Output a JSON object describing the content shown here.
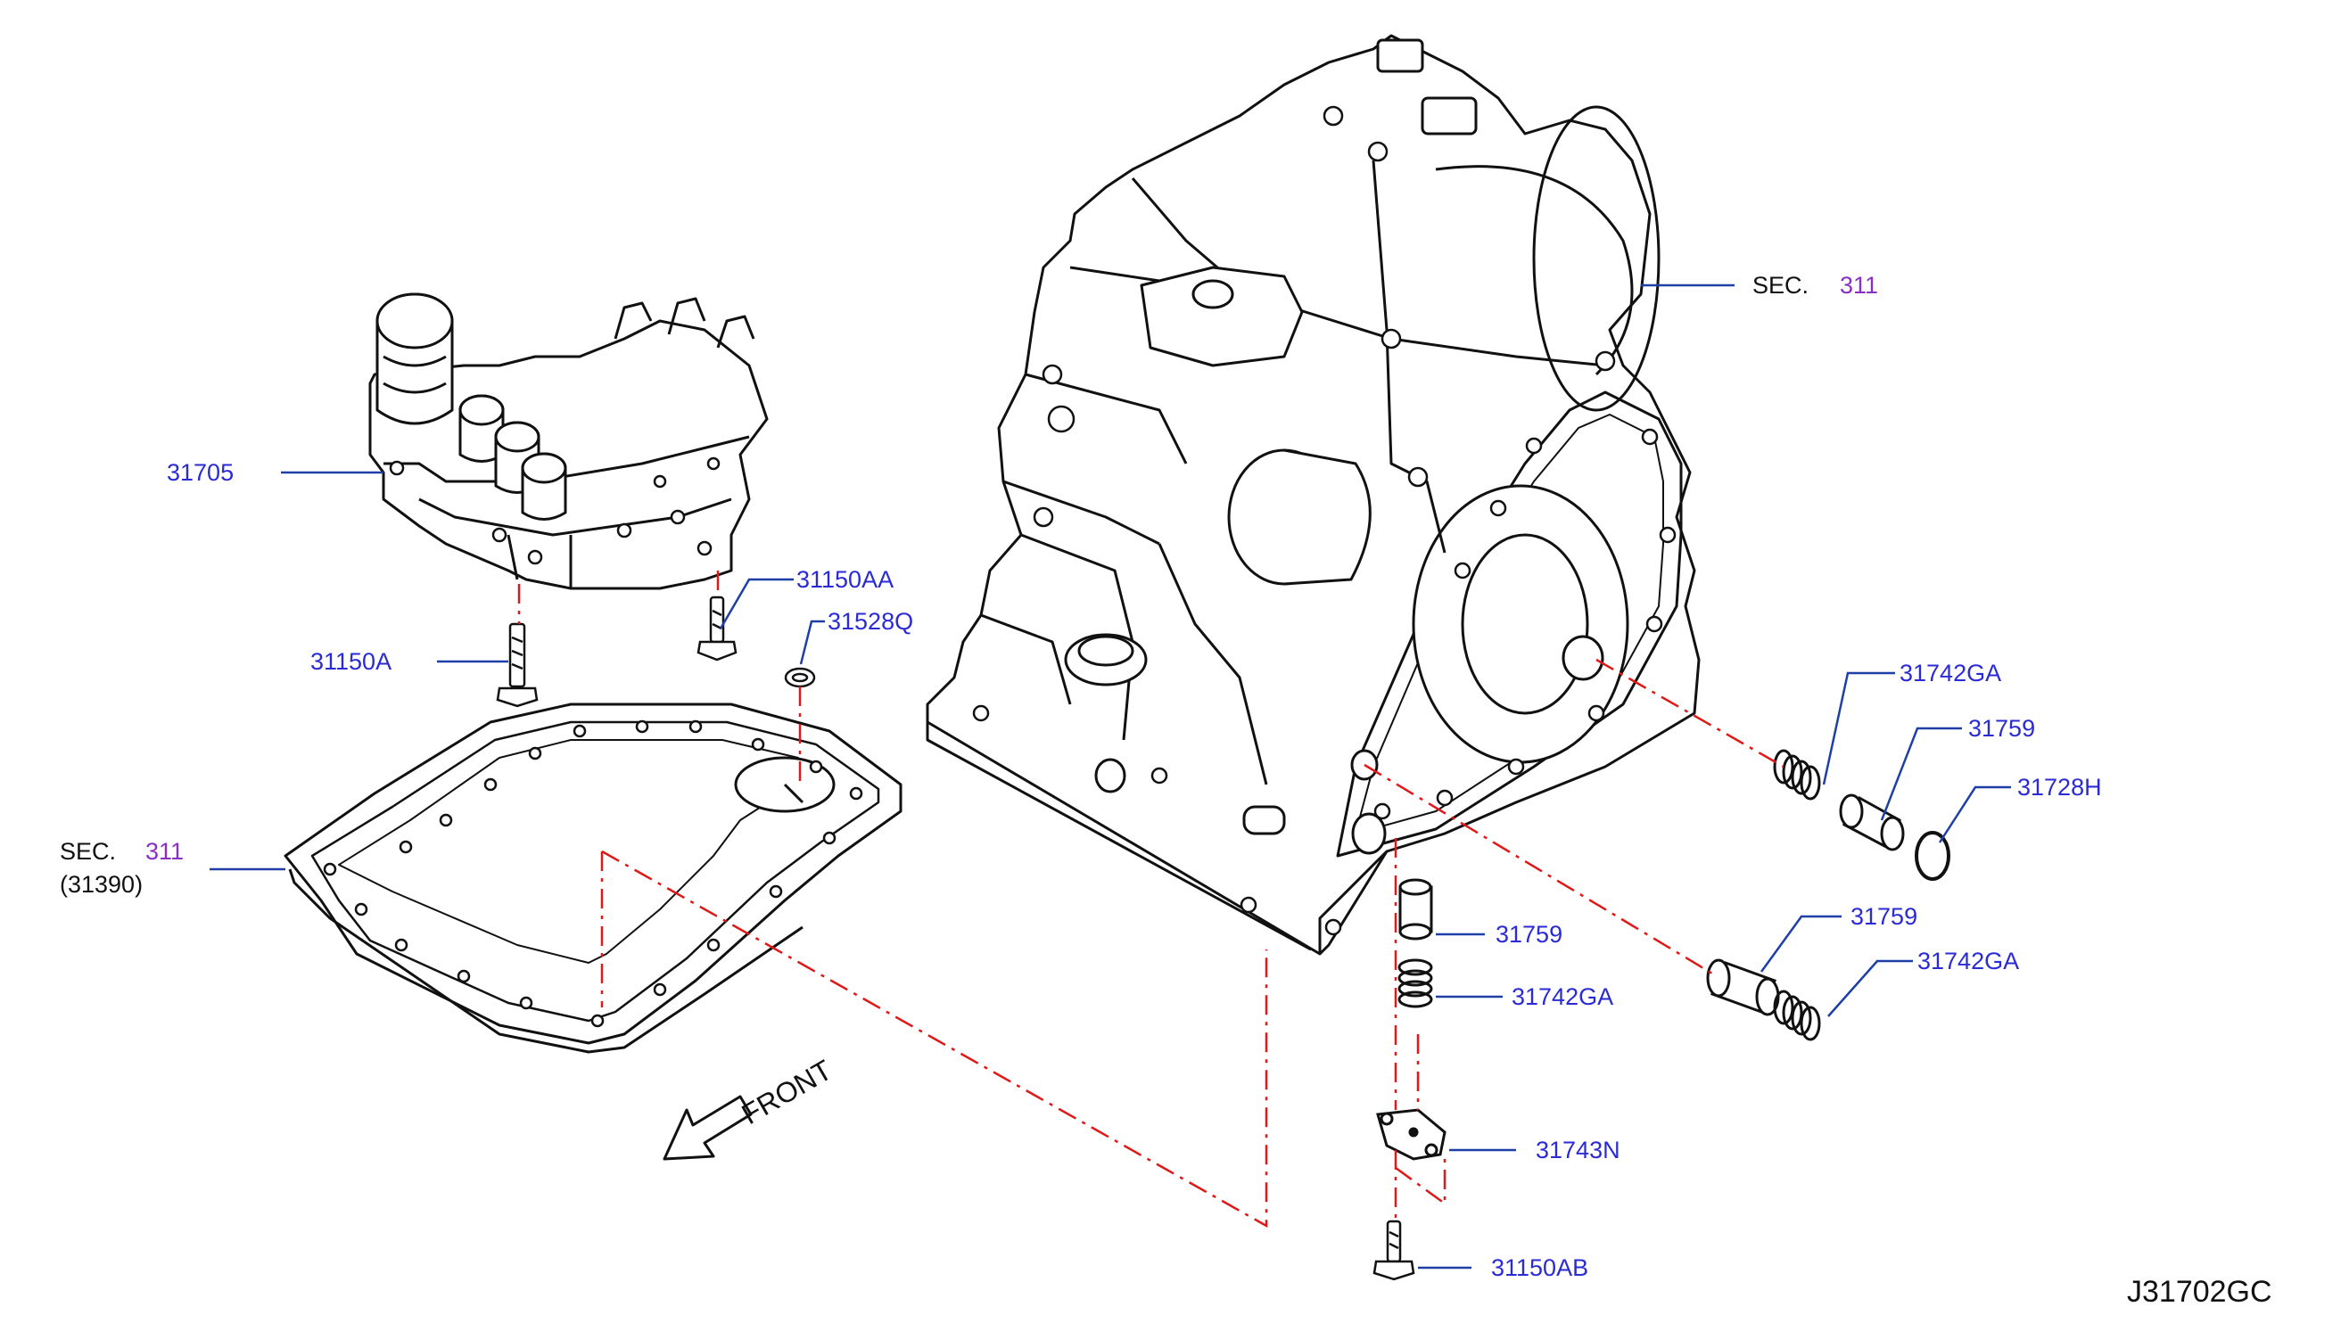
{
  "colors": {
    "outline": "#111111",
    "part_label": "#2b2bd6",
    "section_ref": "#8a2fc4",
    "leader": "#1f3fa8",
    "dash": "#e01818"
  },
  "labels": {
    "p31705": "31705",
    "p31150AA": "31150AA",
    "p31528Q": "31528Q",
    "p31150A": "31150A",
    "sec_word": "SEC.",
    "sec_num": "311",
    "sec_sub": "(31390)",
    "front": "FRONT",
    "p31742GA_top": "31742GA",
    "p31759_top": "31759",
    "p31728H": "31728H",
    "p31759_mid": "31759",
    "p31742GA_mid": "31742GA",
    "p31759_low": "31759",
    "p31742GA_low": "31742GA",
    "p31743N": "31743N",
    "p31150AB": "31150AB",
    "diagram_code": "J31702GC"
  }
}
